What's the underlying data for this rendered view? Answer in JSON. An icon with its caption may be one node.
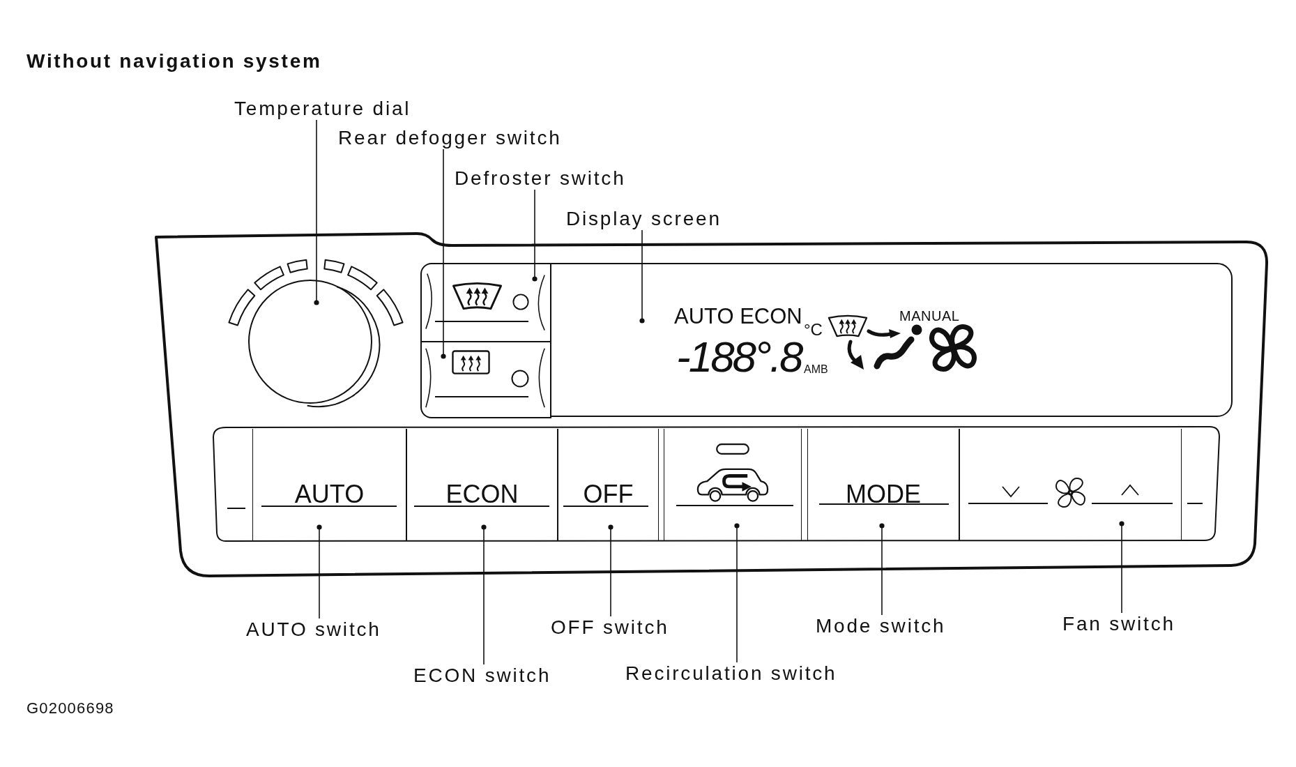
{
  "diagram": {
    "title": "Without navigation system",
    "nodes": [
      {
        "text": [
          "Temperature dial"
        ]
      },
      {
        "text": [
          "Rear defogger switch"
        ]
      },
      {
        "text": [
          "Defroster switch"
        ]
      },
      {
        "text": [
          "Display screen"
        ]
      },
      {
        "text": [],
        "shape": "circle"
      },
      {
        "text": [],
        "shape": "box"
      },
      {
        "text": [],
        "shape": "box"
      },
      {
        "text": [
          "AUTO ECON",
          "MANUAL",
          "-188°.8",
          "°C",
          "AMB"
        ]
      },
      {
        "text": [
          "AUTO"
        ]
      },
      {
        "text": [
          "ECON"
        ]
      },
      {
        "text": [
          "OFF"
        ]
      },
      {
        "text": [],
        "shape": "box"
      },
      {
        "text": [
          "MODE"
        ]
      },
      {
        "text": [],
        "shape": "box"
      },
      {
        "text": [
          "AUTO switch"
        ]
      },
      {
        "text": [
          "OFF switch"
        ]
      },
      {
        "text": [
          "Mode switch"
        ]
      },
      {
        "text": [
          "Fan switch"
        ]
      },
      {
        "text": [
          "ECON switch"
        ]
      },
      {
        "text": [
          "Recirculation switch"
        ]
      }
    ],
    "edges": [
      {
        "from": 0,
        "to": 4,
        "arrow": "other"
      },
      {
        "from": 1,
        "to": 6,
        "arrow": "other"
      },
      {
        "from": 2,
        "to": 5,
        "arrow": "other"
      },
      {
        "from": 3,
        "to": 7,
        "arrow": "other"
      },
      {
        "from": 14,
        "to": 8,
        "arrow": "other"
      },
      {
        "from": 18,
        "to": 9,
        "arrow": "other"
      },
      {
        "from": 15,
        "to": 10,
        "arrow": "other"
      },
      {
        "from": 19,
        "to": 11,
        "arrow": "other"
      },
      {
        "from": 16,
        "to": 12,
        "arrow": "other"
      },
      {
        "from": 17,
        "to": 13,
        "arrow": "other"
      }
    ],
    "labels": [
      "G02006698"
    ]
  }
}
